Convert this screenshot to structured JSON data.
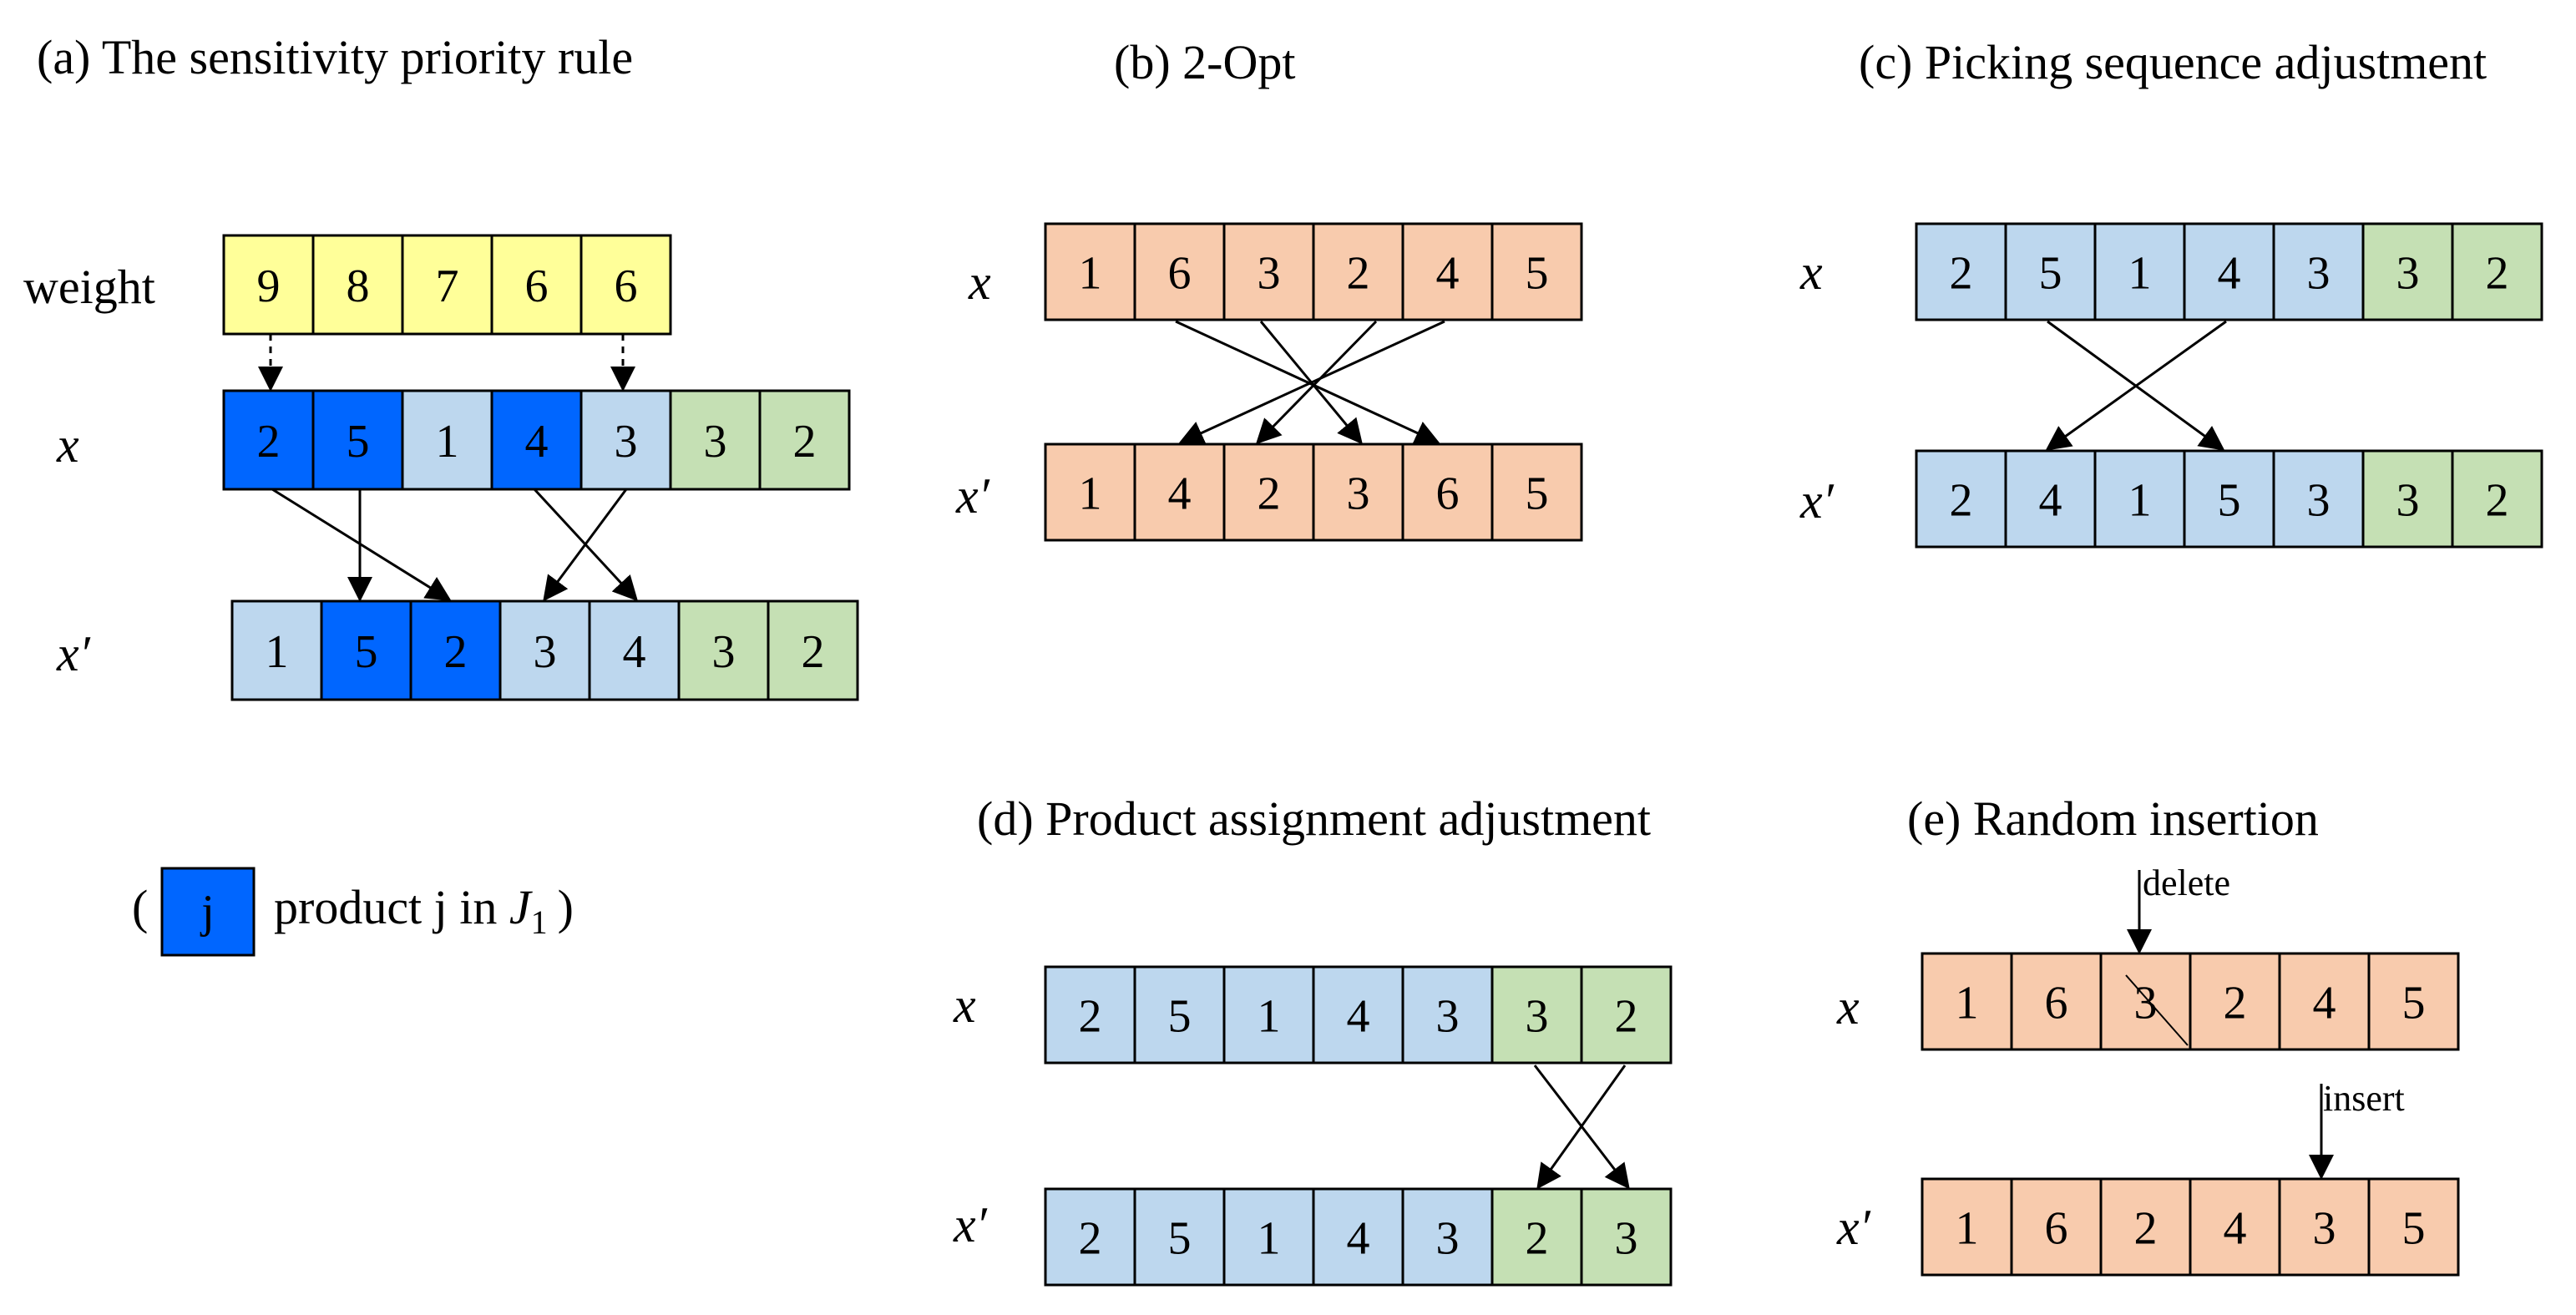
{
  "colors": {
    "yellow": "#FFFF99",
    "peach": "#F8CBAD",
    "light_blue": "#BDD7EE",
    "green": "#C5E0B4",
    "dark_blue": "#0066FF",
    "stroke": "#000000"
  },
  "legend": {
    "open_paren": "(",
    "sample_cell": "j",
    "text": "product j in ",
    "set_name": "J",
    "set_sub": "1",
    "close_paren": ")"
  },
  "panels": {
    "a": {
      "title": "(a) The sensitivity priority rule",
      "weight_label": "weight",
      "x_label": "x",
      "xp_label": "x′",
      "weight": [
        {
          "v": "9",
          "c": "yellow"
        },
        {
          "v": "8",
          "c": "yellow"
        },
        {
          "v": "7",
          "c": "yellow"
        },
        {
          "v": "6",
          "c": "yellow"
        },
        {
          "v": "6",
          "c": "yellow"
        }
      ],
      "x": [
        {
          "v": "2",
          "c": "dark_blue"
        },
        {
          "v": "5",
          "c": "dark_blue"
        },
        {
          "v": "1",
          "c": "light_blue"
        },
        {
          "v": "4",
          "c": "dark_blue"
        },
        {
          "v": "3",
          "c": "light_blue"
        },
        {
          "v": "3",
          "c": "green"
        },
        {
          "v": "2",
          "c": "green"
        }
      ],
      "xp": [
        {
          "v": "1",
          "c": "light_blue"
        },
        {
          "v": "5",
          "c": "dark_blue"
        },
        {
          "v": "2",
          "c": "dark_blue"
        },
        {
          "v": "3",
          "c": "light_blue"
        },
        {
          "v": "4",
          "c": "light_blue"
        },
        {
          "v": "3",
          "c": "green"
        },
        {
          "v": "2",
          "c": "green"
        }
      ]
    },
    "b": {
      "title": "(b) 2-Opt",
      "x_label": "x",
      "xp_label": "x′",
      "x": [
        {
          "v": "1",
          "c": "peach"
        },
        {
          "v": "6",
          "c": "peach"
        },
        {
          "v": "3",
          "c": "peach"
        },
        {
          "v": "2",
          "c": "peach"
        },
        {
          "v": "4",
          "c": "peach"
        },
        {
          "v": "5",
          "c": "peach"
        }
      ],
      "xp": [
        {
          "v": "1",
          "c": "peach"
        },
        {
          "v": "4",
          "c": "peach"
        },
        {
          "v": "2",
          "c": "peach"
        },
        {
          "v": "3",
          "c": "peach"
        },
        {
          "v": "6",
          "c": "peach"
        },
        {
          "v": "5",
          "c": "peach"
        }
      ]
    },
    "c": {
      "title": "(c) Picking sequence adjustment",
      "x_label": "x",
      "xp_label": "x′",
      "x": [
        {
          "v": "2",
          "c": "light_blue"
        },
        {
          "v": "5",
          "c": "light_blue"
        },
        {
          "v": "1",
          "c": "light_blue"
        },
        {
          "v": "4",
          "c": "light_blue"
        },
        {
          "v": "3",
          "c": "light_blue"
        },
        {
          "v": "3",
          "c": "green"
        },
        {
          "v": "2",
          "c": "green"
        }
      ],
      "xp": [
        {
          "v": "2",
          "c": "light_blue"
        },
        {
          "v": "4",
          "c": "light_blue"
        },
        {
          "v": "1",
          "c": "light_blue"
        },
        {
          "v": "5",
          "c": "light_blue"
        },
        {
          "v": "3",
          "c": "light_blue"
        },
        {
          "v": "3",
          "c": "green"
        },
        {
          "v": "2",
          "c": "green"
        }
      ]
    },
    "d": {
      "title": "(d) Product assignment adjustment",
      "x_label": "x",
      "xp_label": "x′",
      "x": [
        {
          "v": "2",
          "c": "light_blue"
        },
        {
          "v": "5",
          "c": "light_blue"
        },
        {
          "v": "1",
          "c": "light_blue"
        },
        {
          "v": "4",
          "c": "light_blue"
        },
        {
          "v": "3",
          "c": "light_blue"
        },
        {
          "v": "3",
          "c": "green"
        },
        {
          "v": "2",
          "c": "green"
        }
      ],
      "xp": [
        {
          "v": "2",
          "c": "light_blue"
        },
        {
          "v": "5",
          "c": "light_blue"
        },
        {
          "v": "1",
          "c": "light_blue"
        },
        {
          "v": "4",
          "c": "light_blue"
        },
        {
          "v": "3",
          "c": "light_blue"
        },
        {
          "v": "2",
          "c": "green"
        },
        {
          "v": "3",
          "c": "green"
        }
      ]
    },
    "e": {
      "title": "(e) Random insertion",
      "x_label": "x",
      "xp_label": "x′",
      "delete_label": "delete",
      "insert_label": "insert",
      "x": [
        {
          "v": "1",
          "c": "peach"
        },
        {
          "v": "6",
          "c": "peach"
        },
        {
          "v": "3",
          "c": "peach"
        },
        {
          "v": "2",
          "c": "peach"
        },
        {
          "v": "4",
          "c": "peach"
        },
        {
          "v": "5",
          "c": "peach"
        }
      ],
      "xp": [
        {
          "v": "1",
          "c": "peach"
        },
        {
          "v": "6",
          "c": "peach"
        },
        {
          "v": "2",
          "c": "peach"
        },
        {
          "v": "4",
          "c": "peach"
        },
        {
          "v": "3",
          "c": "peach"
        },
        {
          "v": "5",
          "c": "peach"
        }
      ]
    }
  }
}
